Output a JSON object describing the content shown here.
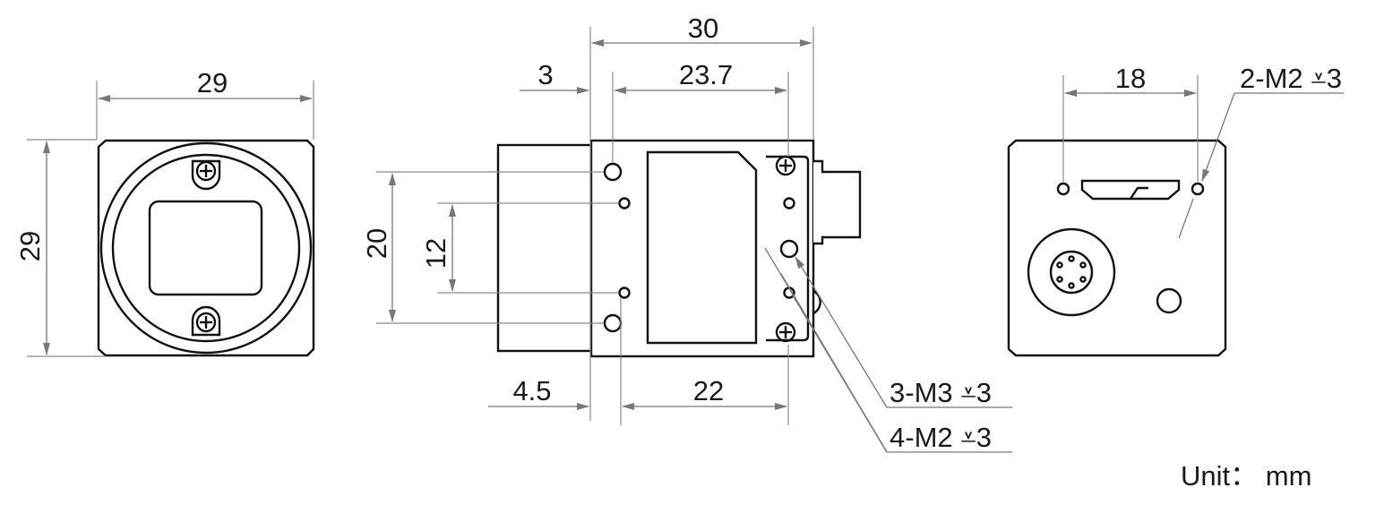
{
  "front_view": {
    "width_label": "29",
    "height_label": "29"
  },
  "side_view": {
    "total_length_label": "30",
    "flange_offset_label": "3",
    "hole_span_label": "23.7",
    "outer_hole_spacing_label": "20",
    "inner_hole_spacing_label": "12",
    "front_offset_label": "4.5",
    "inner_hole_span_label": "22",
    "callout_m3": "3-M3 ⩡3",
    "callout_m2": "4-M2 ⩡3"
  },
  "back_view": {
    "hole_spacing_label": "18",
    "callout_m2": "2-M2 ⩡3"
  },
  "unit_label": "Unit： mm"
}
